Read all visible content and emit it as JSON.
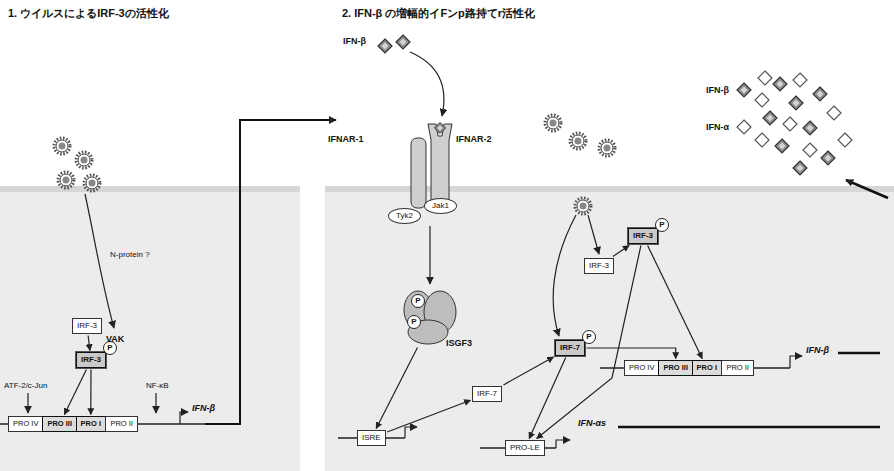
{
  "diagram": {
    "nodes": [
      {
        "text": [
          "IRF-3"
        ]
      },
      {
        "text": [
          "IRF-3"
        ]
      },
      {
        "text": [
          "P"
        ]
      },
      {
        "text": [
          "PRO IV"
        ]
      },
      {
        "text": [
          "PRO III"
        ]
      },
      {
        "text": [
          "PRO I"
        ]
      },
      {
        "text": [
          "PRO II"
        ]
      },
      {
        "text": [
          "Tyk2"
        ]
      },
      {
        "text": [
          "Jak1"
        ]
      },
      {
        "text": [
          "ISGF3"
        ]
      },
      {
        "text": [
          "P"
        ],
        "in": 9
      },
      {
        "text": [
          "P"
        ],
        "in": 9
      },
      {
        "text": [
          "ISRE"
        ]
      },
      {
        "text": [
          "IRF-7"
        ]
      },
      {
        "text": [
          "IRF-7"
        ]
      },
      {
        "text": [
          "P"
        ]
      },
      {
        "text": [
          "IRF-3"
        ]
      },
      {
        "text": [
          "IRF-3"
        ]
      },
      {
        "text": [
          "P"
        ]
      },
      {
        "text": [
          "PRO IV"
        ]
      },
      {
        "text": [
          "PRO III"
        ]
      },
      {
        "text": [
          "PRO I"
        ]
      },
      {
        "text": [
          "PRO II"
        ]
      },
      {
        "text": [
          "PRO-LE"
        ]
      }
    ],
    "edges": [
      {
        "from": 0,
        "to": 1,
        "arrow": "to"
      },
      {
        "from": 1,
        "to": 4,
        "arrow": "to"
      },
      {
        "from": 1,
        "to": 5,
        "arrow": "to"
      },
      {
        "from": 9,
        "to": 12,
        "arrow": "to"
      },
      {
        "from": 12,
        "to": 13,
        "arrow": "to"
      },
      {
        "from": 13,
        "to": 14,
        "arrow": "to"
      },
      {
        "from": 16,
        "to": 17,
        "arrow": "to"
      },
      {
        "from": 14,
        "to": 20,
        "arrow": "to"
      },
      {
        "from": 17,
        "to": 21,
        "arrow": "to"
      },
      {
        "from": 17,
        "to": 23,
        "arrow": "to"
      },
      {
        "from": 14,
        "to": 23,
        "arrow": "to"
      }
    ],
    "labels": [
      "1. ウイルスによるIRF-3の活性化",
      "2. IFN-β の増幅的イFンp路持てr活性化",
      "N-protein ?",
      "VAK",
      "ATF-2/c-Jun",
      "NF-κB",
      "IFN-β",
      "IFN-β",
      "IFNAR-1",
      "IFNAR-2",
      "IFN-β",
      "IFN-α",
      "IFN-β",
      "IFN-αs"
    ]
  }
}
